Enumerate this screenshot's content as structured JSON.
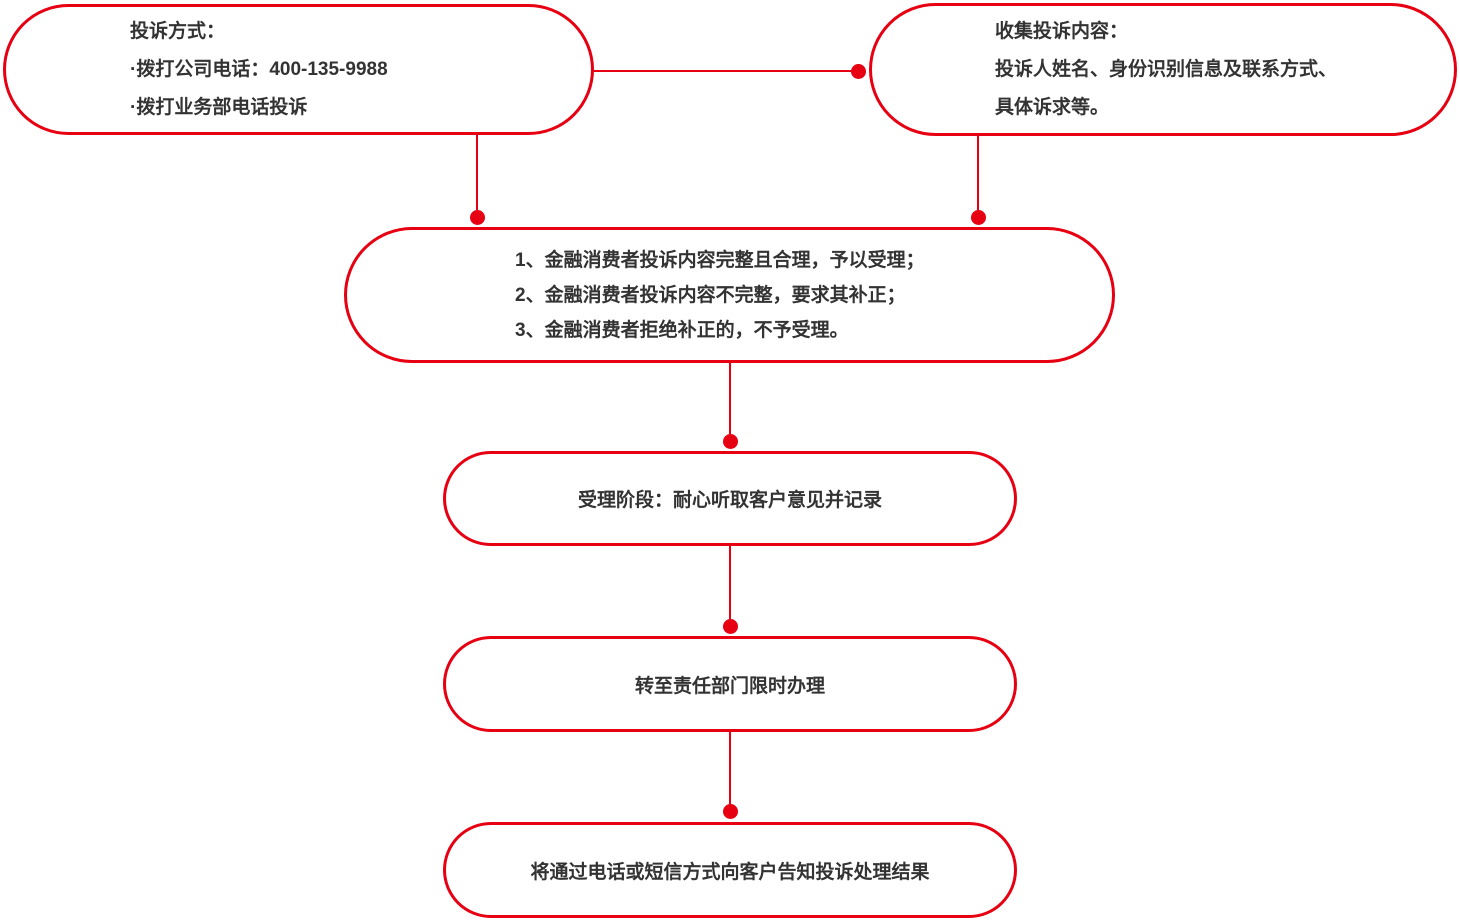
{
  "colors": {
    "accent": "#E60012",
    "text": "#333333",
    "background": "#FFFFFF"
  },
  "flowchart": {
    "nodes": {
      "complaint_methods": {
        "lines": [
          "投诉方式：",
          "·拨打公司电话：400-135-9988",
          "·拨打业务部电话投诉"
        ]
      },
      "collect_content": {
        "lines": [
          "收集投诉内容：",
          "投诉人姓名、身份识别信息及联系方式、",
          "具体诉求等。"
        ]
      },
      "acceptance_rules": {
        "lines": [
          "1、金融消费者投诉内容完整且合理，予以受理；",
          "2、金融消费者投诉内容不完整，要求其补正；",
          "3、金融消费者拒绝补正的，不予受理。"
        ]
      },
      "acceptance_stage": {
        "label": "受理阶段：耐心听取客户意见并记录"
      },
      "transfer_department": {
        "label": "转至责任部门限时办理"
      },
      "notify_result": {
        "label": "将通过电话或短信方式向客户告知投诉处理结果"
      }
    }
  }
}
